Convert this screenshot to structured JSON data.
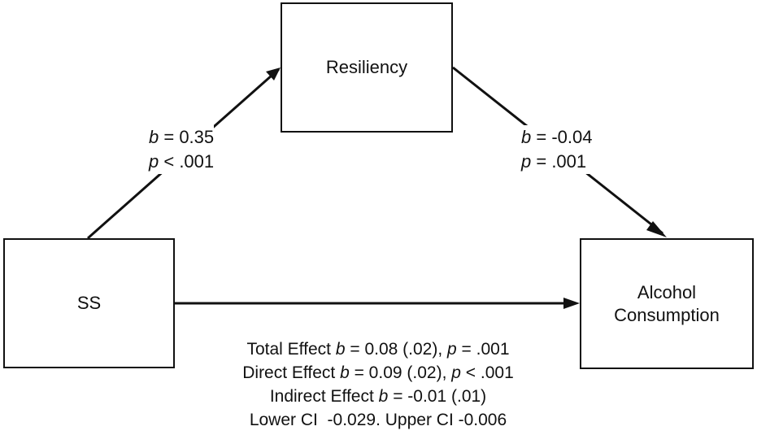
{
  "nodes": {
    "resiliency": "Resiliency",
    "ss": "SS",
    "alcohol_line1": "Alcohol",
    "alcohol_line2": "Consumption"
  },
  "paths": {
    "a": {
      "b_symbol": "b",
      "b_value": " = 0.35",
      "p_symbol": "p",
      "p_value": " < .001"
    },
    "b": {
      "b_symbol": "b",
      "b_value": " = -0.04",
      "p_symbol": "p",
      "p_value": " = .001"
    }
  },
  "summary": {
    "total": {
      "prefix": "Total Effect ",
      "b_symbol": "b",
      "b_value": " = 0.08 (.02), ",
      "p_symbol": "p",
      "p_value": " = .001"
    },
    "direct": {
      "prefix": "Direct Effect ",
      "b_symbol": "b",
      "b_value": " = 0.09 (.02), ",
      "p_symbol": "p",
      "p_value": " < .001"
    },
    "indirect": {
      "prefix": "Indirect Effect ",
      "b_symbol": "b",
      "b_value": " = -0.01 (.01)"
    },
    "ci": "Lower CI  -0.029. Upper CI -0.006"
  },
  "colors": {
    "stroke": "#111111",
    "background": "#ffffff"
  }
}
